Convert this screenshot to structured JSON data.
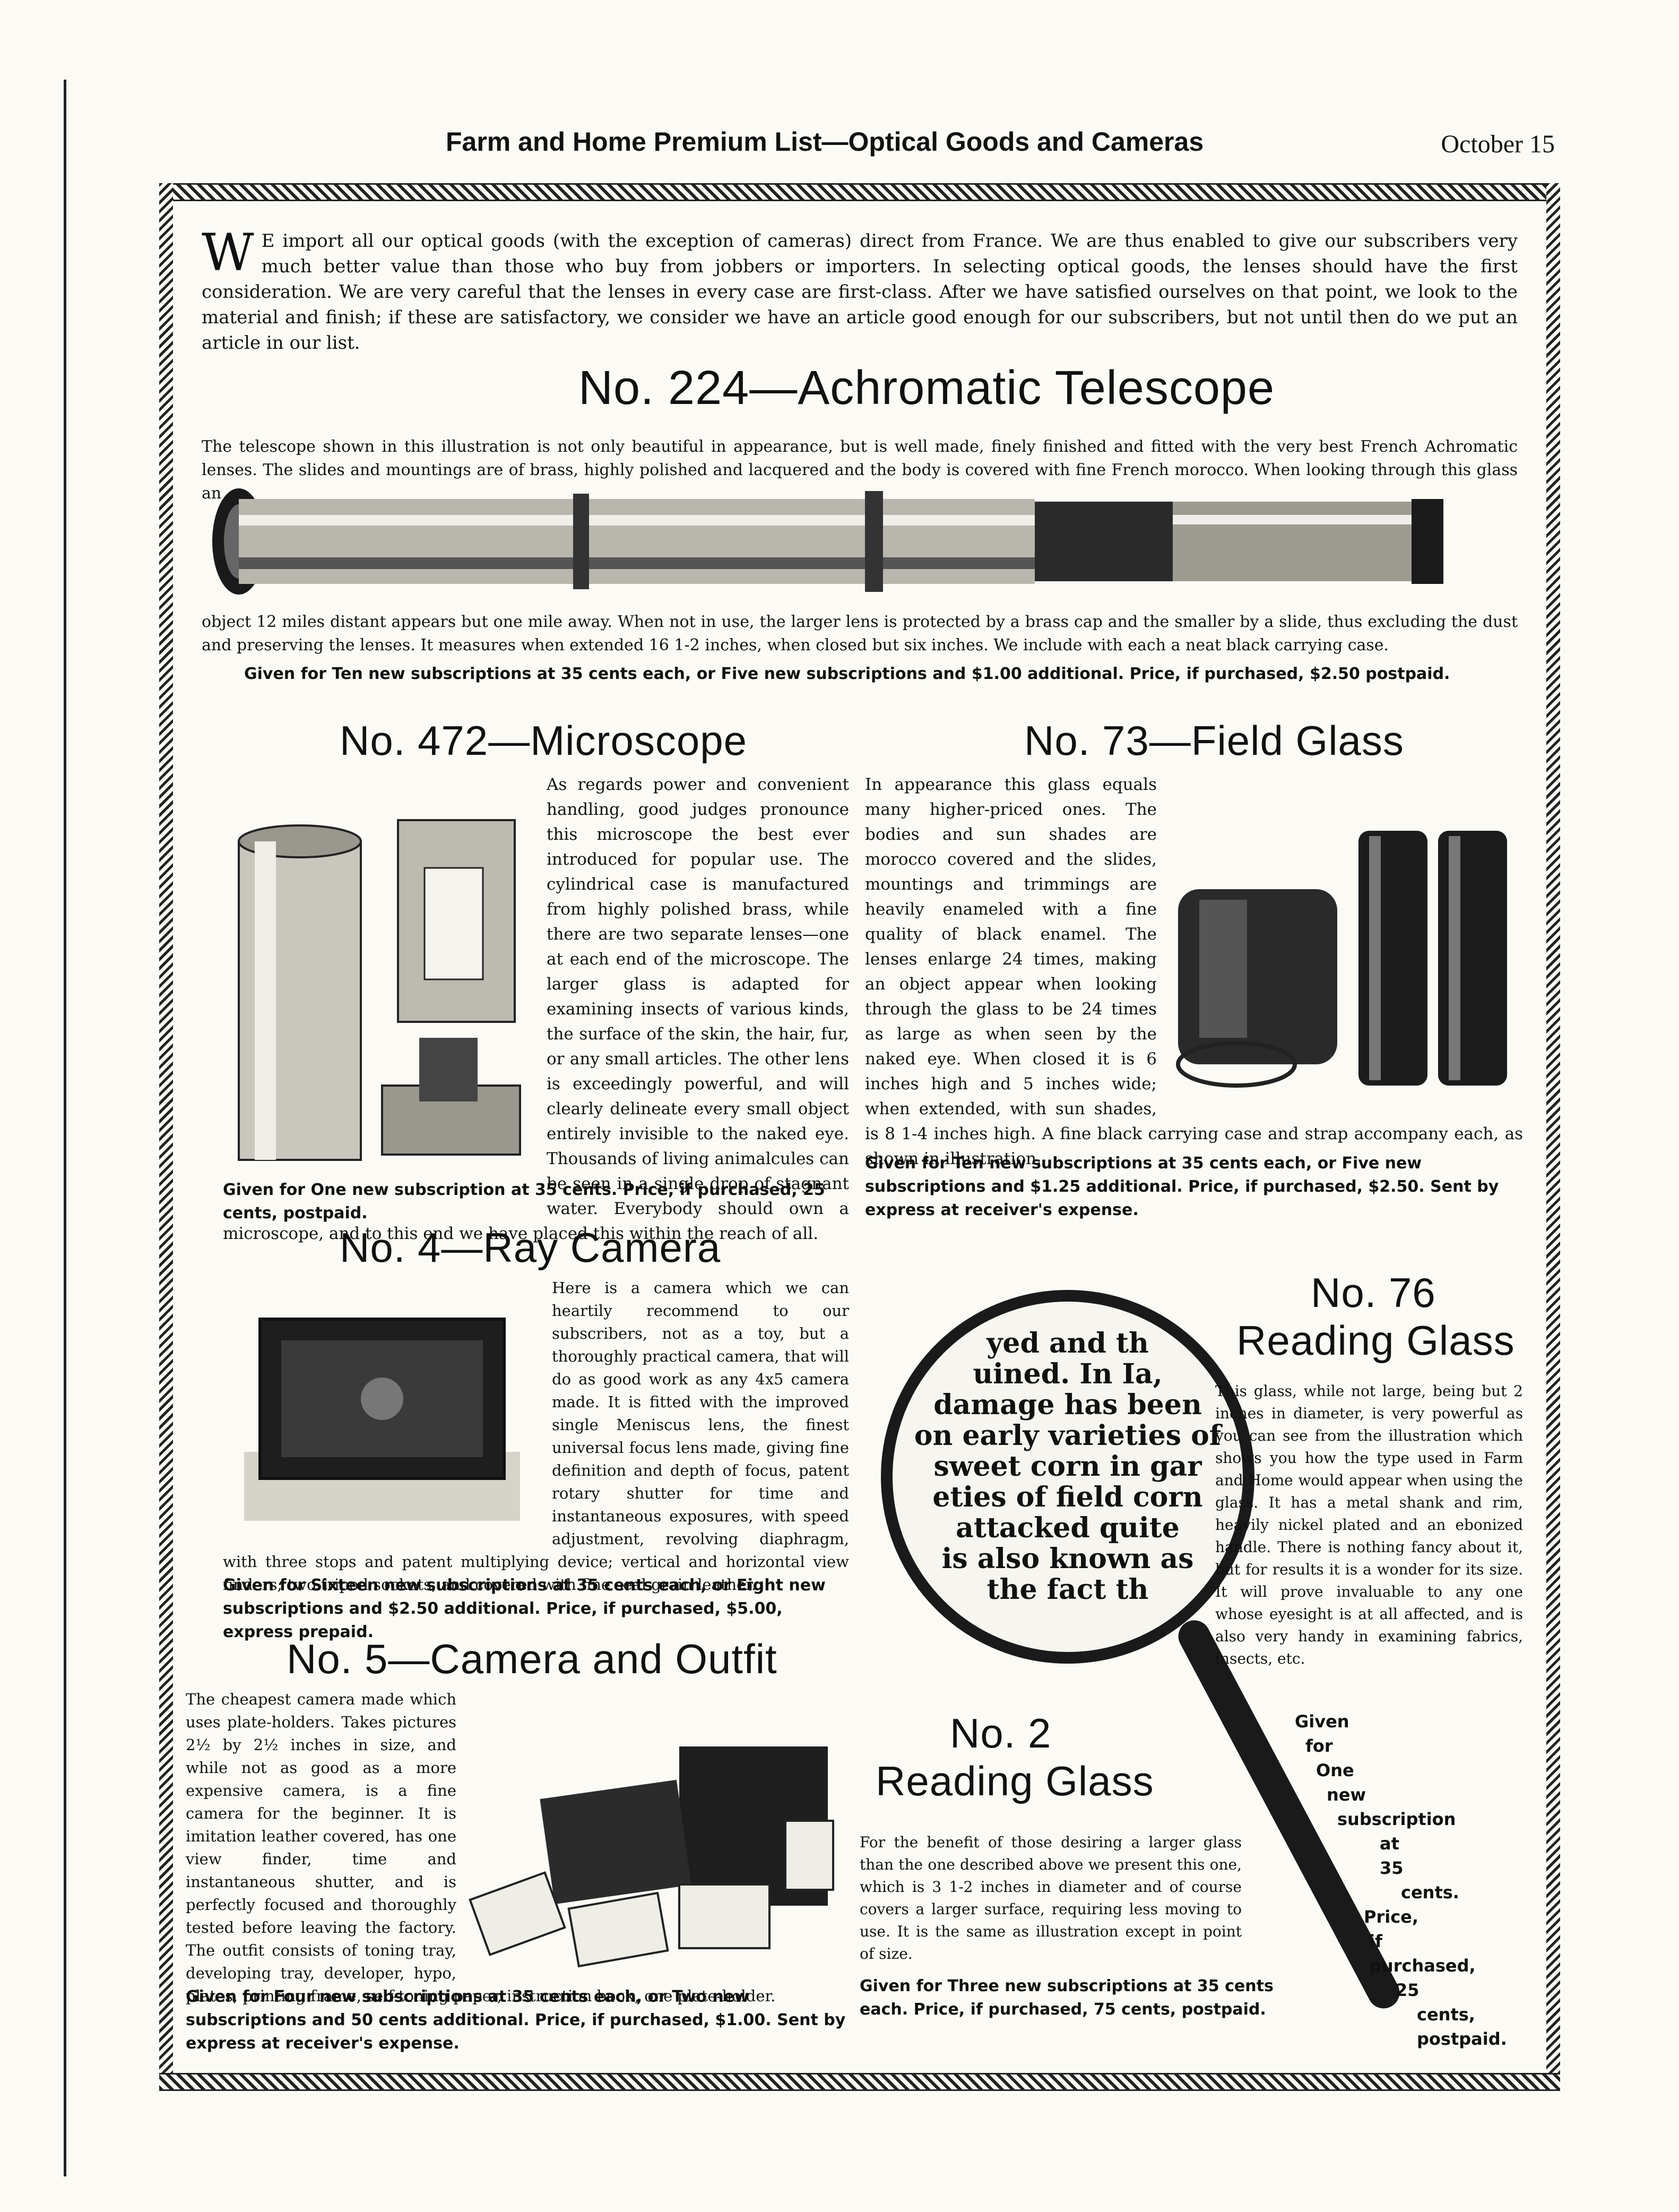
{
  "header": {
    "title": "Farm and Home Premium List—Optical Goods and Cameras",
    "date": "October 15"
  },
  "intro": {
    "dropcap": "W",
    "text": "E import all our optical goods (with the exception of cameras) direct from France. We are thus enabled to give our subscribers very much better value than those who buy from jobbers or importers. In selecting optical goods, the lenses should have the first consideration. We are very careful that the lenses in every case are first-class. After we have satisfied ourselves on that point, we look to the material and finish; if these are satisfactory, we consider we have an article good enough for our subscribers, but not until then do we put an article in our list."
  },
  "telescope": {
    "heading": "No. 224—Achromatic Telescope",
    "text_top": "The telescope shown in this illustration is not only beautiful in appearance, but is well made, finely finished and fitted with the very best French Achromatic lenses. The slides and mountings are of brass, highly polished and lacquered and the body is covered with fine French morocco. When looking through this glass an",
    "text_bottom": "object 12 miles distant appears but one mile away. When not in use, the larger lens is protected by a brass cap and the smaller by a slide, thus excluding the dust and preserving the lenses. It measures when extended 16 1-2 inches, when closed but six inches. We include with each a neat black carrying case.",
    "offer": "Given for Ten new subscriptions at 35 cents each, or Five new subscriptions and $1.00 additional. Price, if purchased, $2.50 postpaid."
  },
  "microscope": {
    "heading": "No. 472—Microscope",
    "text": "As regards power and convenient handling, good judges pronounce this microscope the best ever introduced for popular use. The cylindrical case is manufactured from highly polished brass, while there are two separate lenses—one at each end of the microscope. The larger glass is adapted for examining insects of various kinds, the surface of the skin, the hair, fur, or any small articles. The other lens is exceedingly powerful, and will clearly delineate every small object entirely invisible to the naked eye. Thousands of living animalcules can be seen in a single drop of stagnant water. Everybody should own a microscope, and to this end we have placed this within the reach of all.",
    "offer": "Given for One new subscription at 35 cents. Price, if purchased, 25 cents, postpaid."
  },
  "field_glass": {
    "heading": "No. 73—Field Glass",
    "text": "In appearance this glass equals many higher-priced ones. The bodies and sun shades are morocco covered and the slides, mountings and trimmings are heavily enameled with a fine quality of black enamel. The lenses enlarge 24 times, making an object appear when looking through the glass to be 24 times as large as when seen by the naked eye. When closed it is 6 inches high and 5 inches wide; when extended, with sun shades, is 8 1-4 inches high. A fine black carrying case and strap accompany each, as shown in illustration.",
    "offer": "Given for Ten new subscriptions at 35 cents each, or Five new subscriptions and $1.25 additional. Price, if purchased, $2.50. Sent by express at receiver's expense."
  },
  "ray_camera": {
    "heading": "No. 4—Ray Camera",
    "text": "Here is a camera which we can heartily recommend to our subscribers, not as a toy, but a thoroughly practical camera, that will do as good work as any 4x5 camera made. It is fitted with the improved single Meniscus lens, the finest universal focus lens made, giving fine definition and depth of focus, patent rotary shutter for time and instantaneous exposures, with speed adjustment, revolving diaphragm, with three stops and patent multiplying device; vertical and horizontal view finders; two tripod sockets, and covered with fine seal grain leather.",
    "offer": "Given for Sixteen new subscriptions at 35 cents each, or Eight new subscriptions and $2.50 additional. Price, if purchased, $5.00, express prepaid."
  },
  "camera_outfit": {
    "heading": "No. 5—Camera and Outfit",
    "text": "The cheapest camera made which uses plate-holders. Takes pictures 2½ by 2½ inches in size, and while not as good as a more expensive camera, is a fine camera for the beginner. It is imitation leather covered, has one view finder, time and instantaneous shutter, and is perfectly focused and thoroughly tested before leaving the factory. The outfit consists of toning tray, developing tray, developer, hypo, plates, printing frame, self-toning paper, instruction book, one plate-holder.",
    "offer": "Given for Four new subscriptions at 35 cents each, or Two new subscriptions and 50 cents additional. Price, if purchased, $1.00. Sent by express at receiver's expense."
  },
  "reading_glass_76": {
    "heading_no": "No. 76",
    "heading_name": "Reading Glass",
    "text": "This glass, while not large, being but 2 inches in diameter, is very powerful as you can see from the illustration which shows you how the type used in Farm and Home would appear when using the glass. It has a metal shank and rim, heavily nickel plated and an ebonized handle. There is nothing fancy about it, but for results it is a wonder for its size. It will prove invaluable to any one whose eyesight is at all affected, and is also very handy in examining fabrics, insects, etc.",
    "offer_lines": [
      "Given",
      "for",
      "One",
      "new",
      "subscription",
      "at",
      "35",
      "cents.",
      "Price,",
      "if",
      "purchased,",
      "25",
      "cents,",
      "postpaid."
    ]
  },
  "reading_glass_2": {
    "heading_no": "No. 2",
    "heading_name": "Reading Glass",
    "text": "For the benefit of those desiring a larger glass than the one described above we present this one, which is 3 1-2 inches in diameter and of course covers a larger surface, requiring less moving to use. It is the same as illustration except in point of size.",
    "offer": "Given for Three new subscriptions at 35 cents each. Price, if purchased, 75 cents, postpaid."
  },
  "magnified_sample": {
    "lines": [
      "yed and th",
      "uined. In Ia,",
      "damage has been",
      "on early varieties of",
      "sweet corn in gar",
      "eties of field corn",
      "attacked quite",
      "is also known as",
      "the fact th"
    ]
  }
}
